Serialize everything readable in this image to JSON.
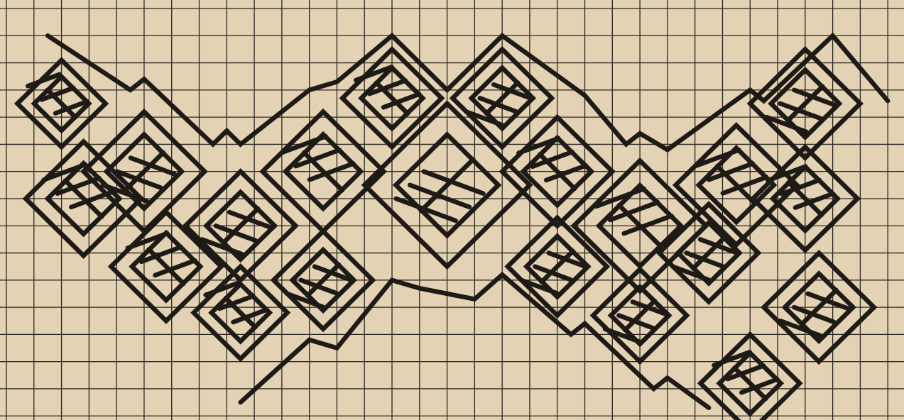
{
  "colors": {
    "paper": "#e4d2b4",
    "grid_line": "#2b2620",
    "pattern_ink": "#1e1a16"
  },
  "grid": {
    "columns": 32,
    "rows": 15
  },
  "pattern": {
    "motif": "diamond-chain-with-crosshatch",
    "stroke_style": "heavy-ink"
  }
}
